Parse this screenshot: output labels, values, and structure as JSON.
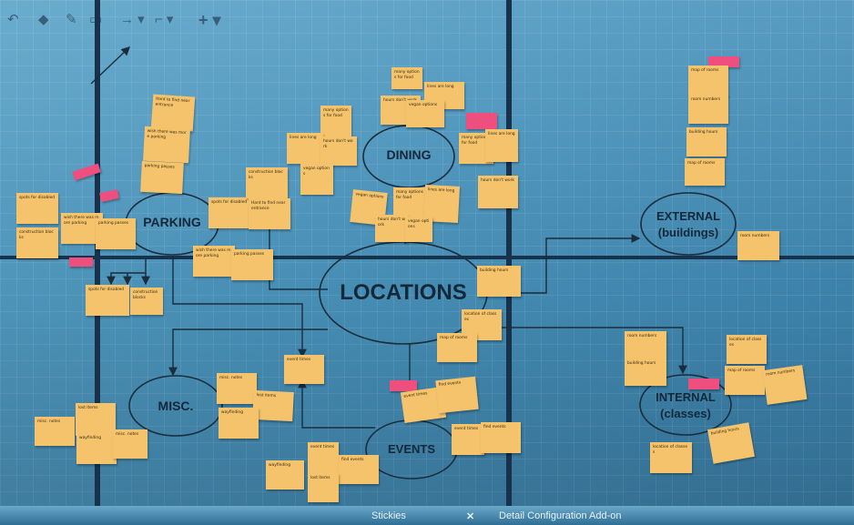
{
  "topics": {
    "center": "LOCATIONS",
    "dining": "DINING",
    "parking": "PARKING",
    "external": "EXTERNAL",
    "external_sub": "(buildings)",
    "internal": "INTERNAL",
    "internal_sub": "(classes)",
    "misc": "MISC.",
    "events": "EVENTS"
  },
  "toolbar": {
    "arrow_icon": "arrow-right-icon",
    "connector_icon": "elbow-connector-icon",
    "add_icon": "plus-icon"
  },
  "bottom_bar": {
    "item_one": "Stickies",
    "item_two": "Detail Configuration Add-on"
  },
  "colors": {
    "board": "#4a95be",
    "frame": "#17324a",
    "sticky_yellow": "#f4c36b",
    "sticky_pink": "#ef4f7f",
    "line": "#1a2d3c"
  },
  "notes": {
    "n1": "Hard to find near entrance",
    "n2": "wish there was more parking",
    "n3": "parking passes",
    "n4": "spots for disabled",
    "n5": "construction blocks",
    "n6": "many options for food",
    "n7": "lines are long",
    "n8": "hours don't work",
    "n9": "vegan options",
    "n10": "map of rooms",
    "n11": "room numbers",
    "n12": "building hours",
    "n13": "location of classes",
    "n14": "event times",
    "n15": "find events",
    "n16": "misc. notes",
    "n17": "lost items",
    "n18": "wayfinding"
  }
}
